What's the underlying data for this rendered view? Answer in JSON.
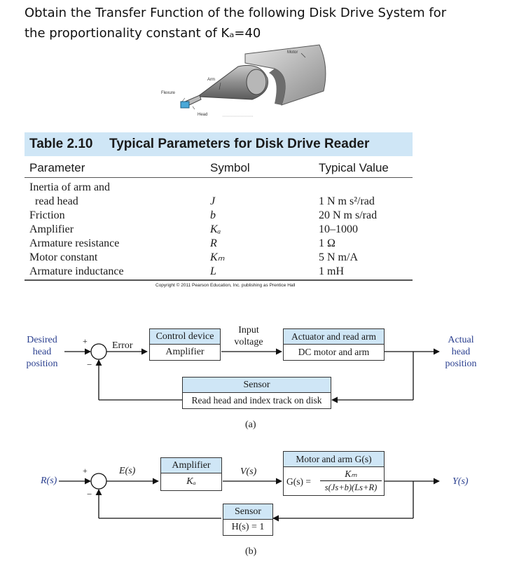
{
  "question": {
    "line1": "Obtain the Transfer Function of the following Disk Drive System for",
    "line2": "the proportionality constant of Kₐ=40"
  },
  "illustration": {
    "motor": "Motor",
    "arm": "Arm",
    "flexure": "Flexure",
    "head": "Head"
  },
  "table": {
    "number": "Table 2.10",
    "title": "Typical Parameters for Disk Drive Reader",
    "headers": {
      "parameter": "Parameter",
      "symbol": "Symbol",
      "value": "Typical Value"
    },
    "rows": [
      {
        "p1": "Inertia of arm and",
        "p2": "read head",
        "symbol": "J",
        "value": "1 N m s²/rad"
      },
      {
        "p": "Friction",
        "symbol": "b",
        "value": "20 N m s/rad"
      },
      {
        "p": "Amplifier",
        "symbol": "Kₐ",
        "value": "10–1000"
      },
      {
        "p": "Armature resistance",
        "symbol": "R",
        "value": "1 Ω"
      },
      {
        "p": "Motor constant",
        "symbol": "Kₘ",
        "value": "5 N m/A"
      },
      {
        "p": "Armature inductance",
        "symbol": "L",
        "value": "1 mH"
      }
    ],
    "copyright": "Copyright © 2011 Pearson Education, Inc. publishing as Prentice Hall"
  },
  "diagram_a": {
    "input": [
      "Desired",
      "head",
      "position"
    ],
    "plus": "+",
    "minus": "−",
    "error": "Error",
    "controller_top": "Control device",
    "controller_bottom": "Amplifier",
    "input_voltage": [
      "Input",
      "voltage"
    ],
    "actuator_top": "Actuator and read arm",
    "actuator_bottom": "DC motor and arm",
    "output": [
      "Actual",
      "head",
      "position"
    ],
    "sensor_top": "Sensor",
    "sensor_bottom": "Read head and index track on disk",
    "label": "(a)"
  },
  "diagram_b": {
    "input": "R(s)",
    "plus": "+",
    "minus": "−",
    "error": "E(s)",
    "amp_top": "Amplifier",
    "amp_bottom": "Kₐ",
    "vs": "V(s)",
    "motor_top": "Motor and arm G(s)",
    "gs": "G(s) =",
    "numerator": "Kₘ",
    "denominator": "s(Js+b)(Ls+R)",
    "output": "Y(s)",
    "sensor_top": "Sensor",
    "sensor_bottom": "H(s) = 1",
    "label": "(b)"
  },
  "colors": {
    "box_fill": "#cfe6f6",
    "label_blue": "#2a3f8f"
  }
}
